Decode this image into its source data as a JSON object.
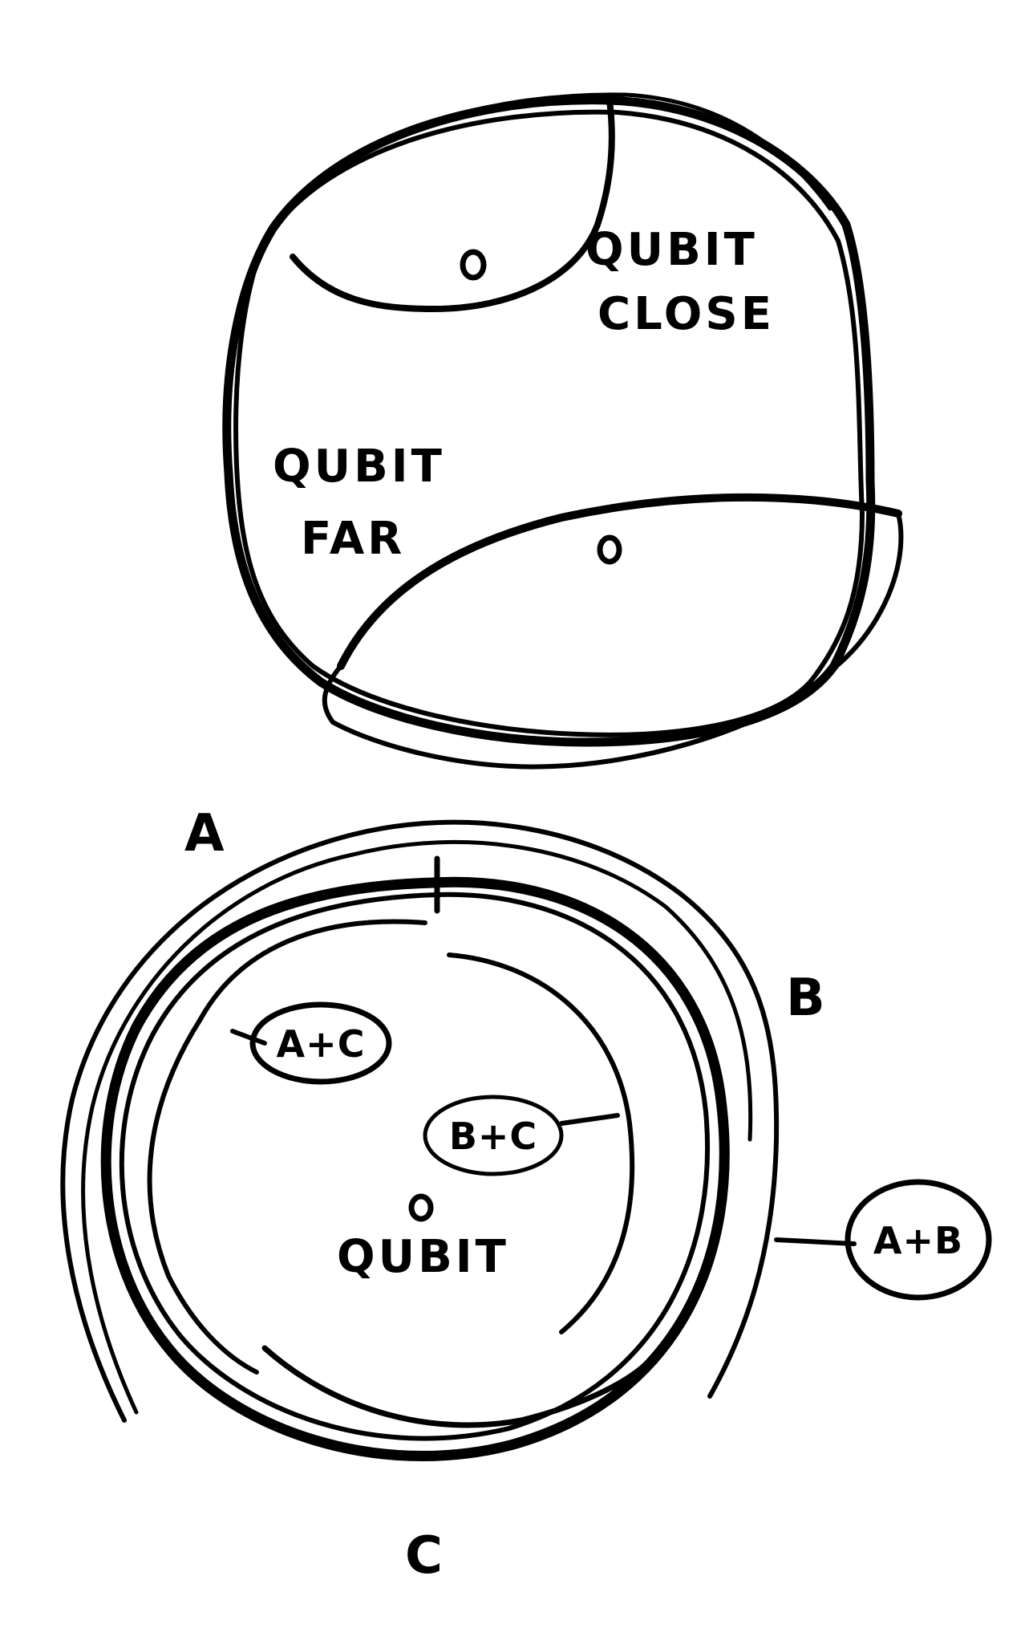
{
  "top_diagram": {
    "label_close_line1": "QUBIT",
    "label_close_line2": "CLOSE",
    "label_far_line1": "QUBIT",
    "label_far_line2": "FAR"
  },
  "bottom_diagram": {
    "label_a": "A",
    "label_b": "B",
    "label_c": "C",
    "label_qubit": "QUBIT",
    "bubble_a_c": "A+C",
    "bubble_b_c": "B+C",
    "bubble_a_b": "A+B"
  },
  "colors": {
    "ink": "#000000",
    "paper": "#ffffff"
  }
}
